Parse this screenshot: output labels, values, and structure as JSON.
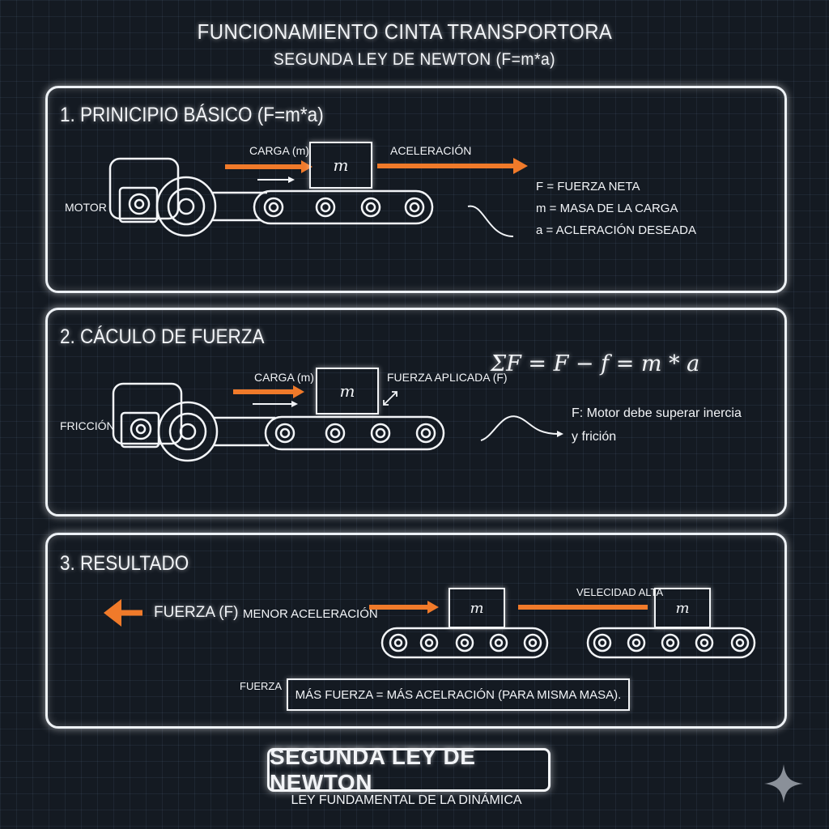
{
  "header": {
    "title": "FUNCIONAMIENTO CINTA TRANSPORTORA",
    "subtitle": "SEGUNDA LEY DE NEWTON (F=m*a)"
  },
  "panel1": {
    "title": "1. PRINICIPIO BÁSICO (F=m*a)",
    "carga_label": "CARGA (m)",
    "aceleracion_label": "ACELERACIÓN",
    "mass_symbol": "m",
    "motor_label": "MOTOR",
    "legend": [
      "F = FUERZA NETA",
      "m = MASA DE LA CARGA",
      "a = ACLERACIÓN DESEADA"
    ]
  },
  "panel2": {
    "title": "2. CÁCULO DE FUERZA",
    "carga_label": "CARGA (m)",
    "fuerza_aplicada_label": "FUERZA APLICADA (F)",
    "mass_symbol": "m",
    "friccion_label": "FRICCIÓN",
    "formula": "ΣF = F − f = m * a",
    "note_line1": "F: Motor debe superar inercia",
    "note_line2": "y frición"
  },
  "panel3": {
    "title": "3. RESULTADO",
    "fuerza_label": "FUERZA (F)",
    "menor_label": "MENOR ACELERACIÓN",
    "velocidad_label": "VELECIDAD ALTA",
    "mass_symbol_1": "m",
    "mass_symbol_2": "m",
    "fuerza_small": "FUERZA",
    "result_text": "MÁS FUERZA = MÁS ACELRACIÓN (PARA MISMA MASA)."
  },
  "footer": {
    "title": "SEGUNDA LEY DE NEWTON",
    "subtitle": "LEY FUNDAMENTAL DE LA DINÁMICA"
  },
  "colors": {
    "background": "#141a22",
    "accent_orange": "#f07a2a",
    "line_white": "#f2f4f7"
  },
  "icons": [
    "motor-icon",
    "conveyor-icon",
    "arrow-right-icon",
    "arrow-left-icon",
    "sparkle-icon"
  ]
}
